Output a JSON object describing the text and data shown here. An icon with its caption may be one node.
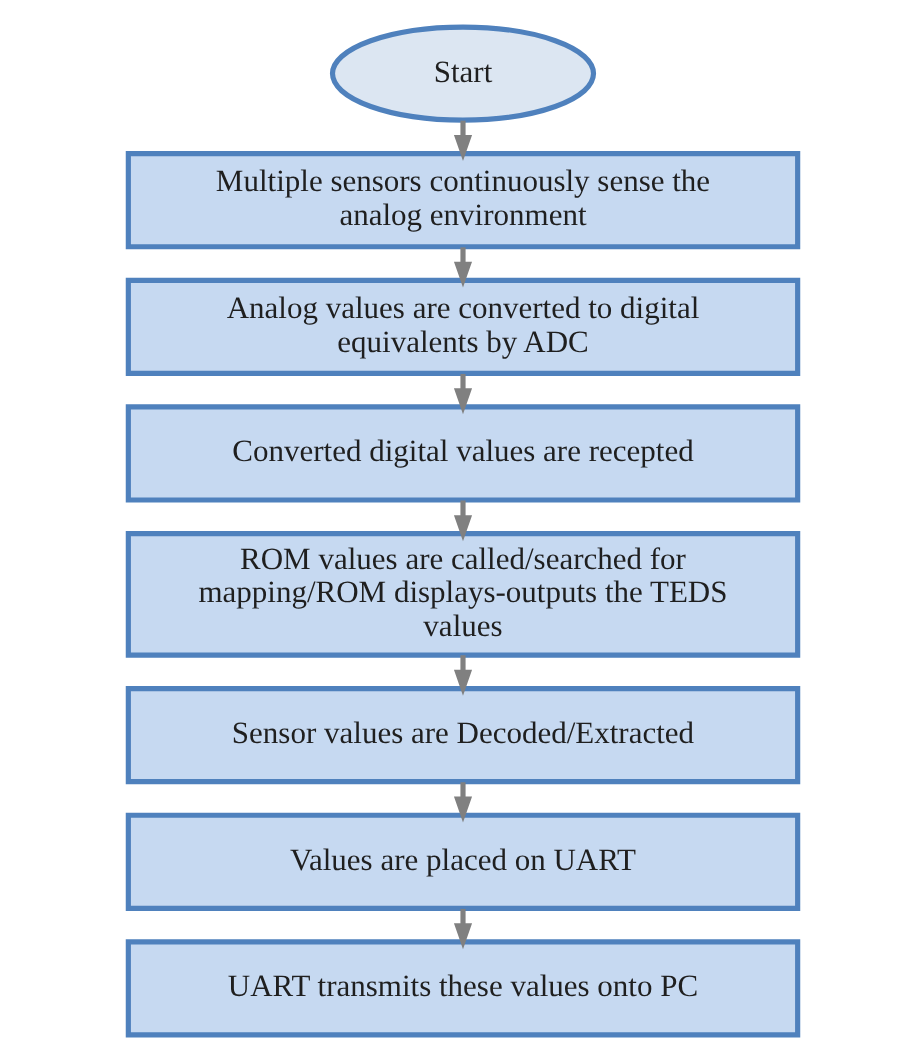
{
  "diagram": {
    "nodes": [
      {
        "text": [
          "Start"
        ]
      },
      {
        "text": [
          "Multiple sensors continuously sense the analog environment"
        ]
      },
      {
        "text": [
          "Analog values are converted to digital equivalents by ADC"
        ]
      },
      {
        "text": [
          "Converted digital values are recepted"
        ]
      },
      {
        "text": [
          "ROM values are called/searched for mapping/ROM displays-outputs the TEDS values"
        ]
      },
      {
        "text": [
          "Sensor values are Decoded/Extracted"
        ]
      },
      {
        "text": [
          "Values are placed on UART"
        ]
      },
      {
        "text": [
          "UART transmits these values onto PC"
        ]
      }
    ],
    "edges": [
      {
        "from": 0,
        "to": 1,
        "arrow": "to"
      },
      {
        "from": 1,
        "to": 2,
        "arrow": "to"
      },
      {
        "from": 2,
        "to": 3,
        "arrow": "to"
      },
      {
        "from": 3,
        "to": 4,
        "arrow": "to"
      },
      {
        "from": 4,
        "to": 5,
        "arrow": "to"
      },
      {
        "from": 5,
        "to": 6,
        "arrow": "to"
      },
      {
        "from": 6,
        "to": 7,
        "arrow": "to"
      }
    ]
  }
}
